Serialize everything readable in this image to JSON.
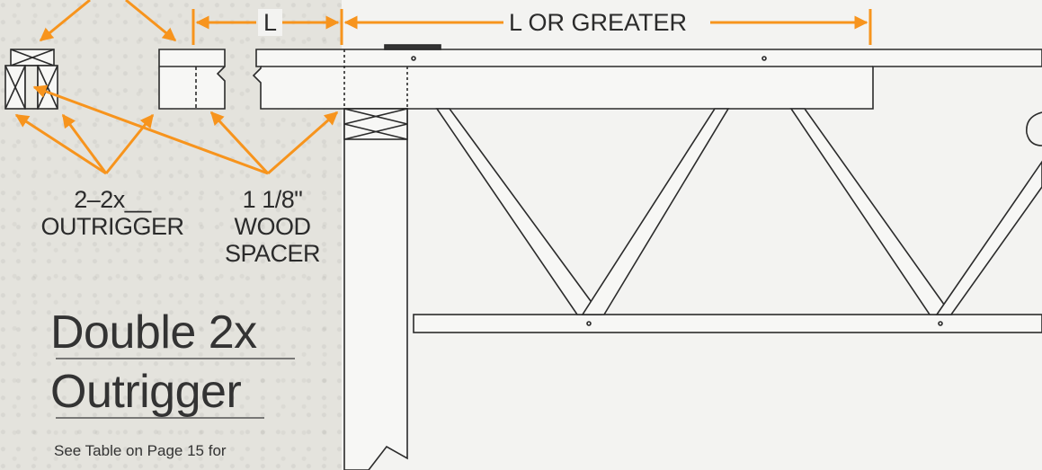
{
  "labels": {
    "dim_l": "L",
    "dim_l_or_greater": "L OR GREATER",
    "outrigger_line1": "2–2x__",
    "outrigger_line2": "OUTRIGGER",
    "spacer_line1": "1 1/8\"",
    "spacer_line2": "WOOD",
    "spacer_line3": "SPACER"
  },
  "title": {
    "line1": "Double 2x",
    "line2": "Outrigger"
  },
  "note": "See Table on Page 15 for",
  "colors": {
    "arrow": "#f7941d",
    "line": "#2b2b2b"
  }
}
